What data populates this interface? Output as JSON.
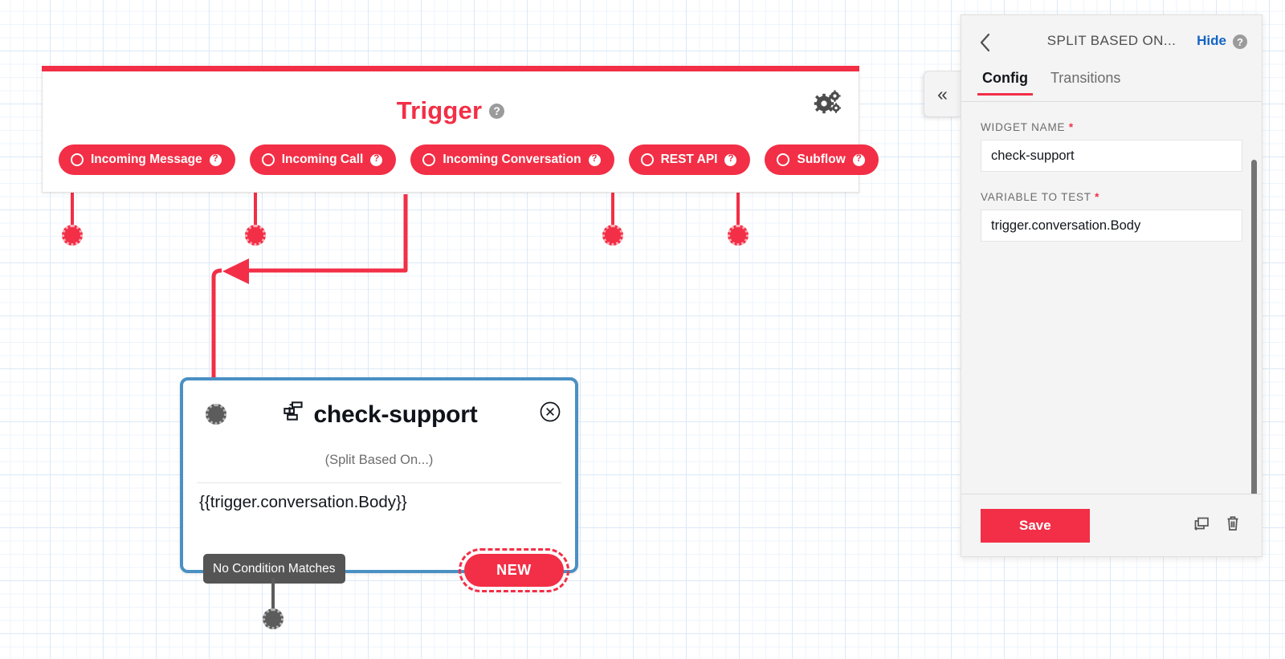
{
  "canvas": {
    "trigger": {
      "title": "Trigger",
      "help_icon": "help-icon",
      "gear_icon": "gears-icon",
      "accent_color": "#f22f46",
      "chips": [
        {
          "label": "Incoming Message",
          "icon": "circle-outline-icon",
          "help": "?"
        },
        {
          "label": "Incoming Call",
          "icon": "circle-outline-icon",
          "help": "?"
        },
        {
          "label": "Incoming Conversation",
          "icon": "circle-outline-icon",
          "help": "?"
        },
        {
          "label": "REST API",
          "icon": "circle-outline-icon",
          "help": "?"
        },
        {
          "label": "Subflow",
          "icon": "circle-outline-icon",
          "help": "?"
        }
      ]
    },
    "node": {
      "title": "check-support",
      "type_icon": "split-based-on-icon",
      "subtitle": "(Split Based On...)",
      "expression": "{{trigger.conversation.Body}}",
      "no_condition_label": "No Condition Matches",
      "new_button_label": "NEW",
      "close_icon": "close-circle-icon",
      "selected_border_color": "#4a90c4"
    }
  },
  "panel": {
    "back_icon": "chevron-left-icon",
    "title": "SPLIT BASED ON...",
    "hide_label": "Hide",
    "hide_help_icon": "help-icon",
    "collapse_icon": "«",
    "tabs": [
      {
        "label": "Config",
        "active": true
      },
      {
        "label": "Transitions",
        "active": false
      }
    ],
    "fields": [
      {
        "label": "WIDGET NAME",
        "required": "*",
        "value": "check-support",
        "placeholder": "Widget name"
      },
      {
        "label": "VARIABLE TO TEST",
        "required": "*",
        "value": "trigger.conversation.Body",
        "placeholder": "Variable to test"
      }
    ],
    "footer": {
      "save_label": "Save",
      "copy_icon": "duplicate-icon",
      "delete_icon": "trash-icon"
    },
    "accent_color": "#f22f46",
    "link_color": "#1364c4"
  }
}
